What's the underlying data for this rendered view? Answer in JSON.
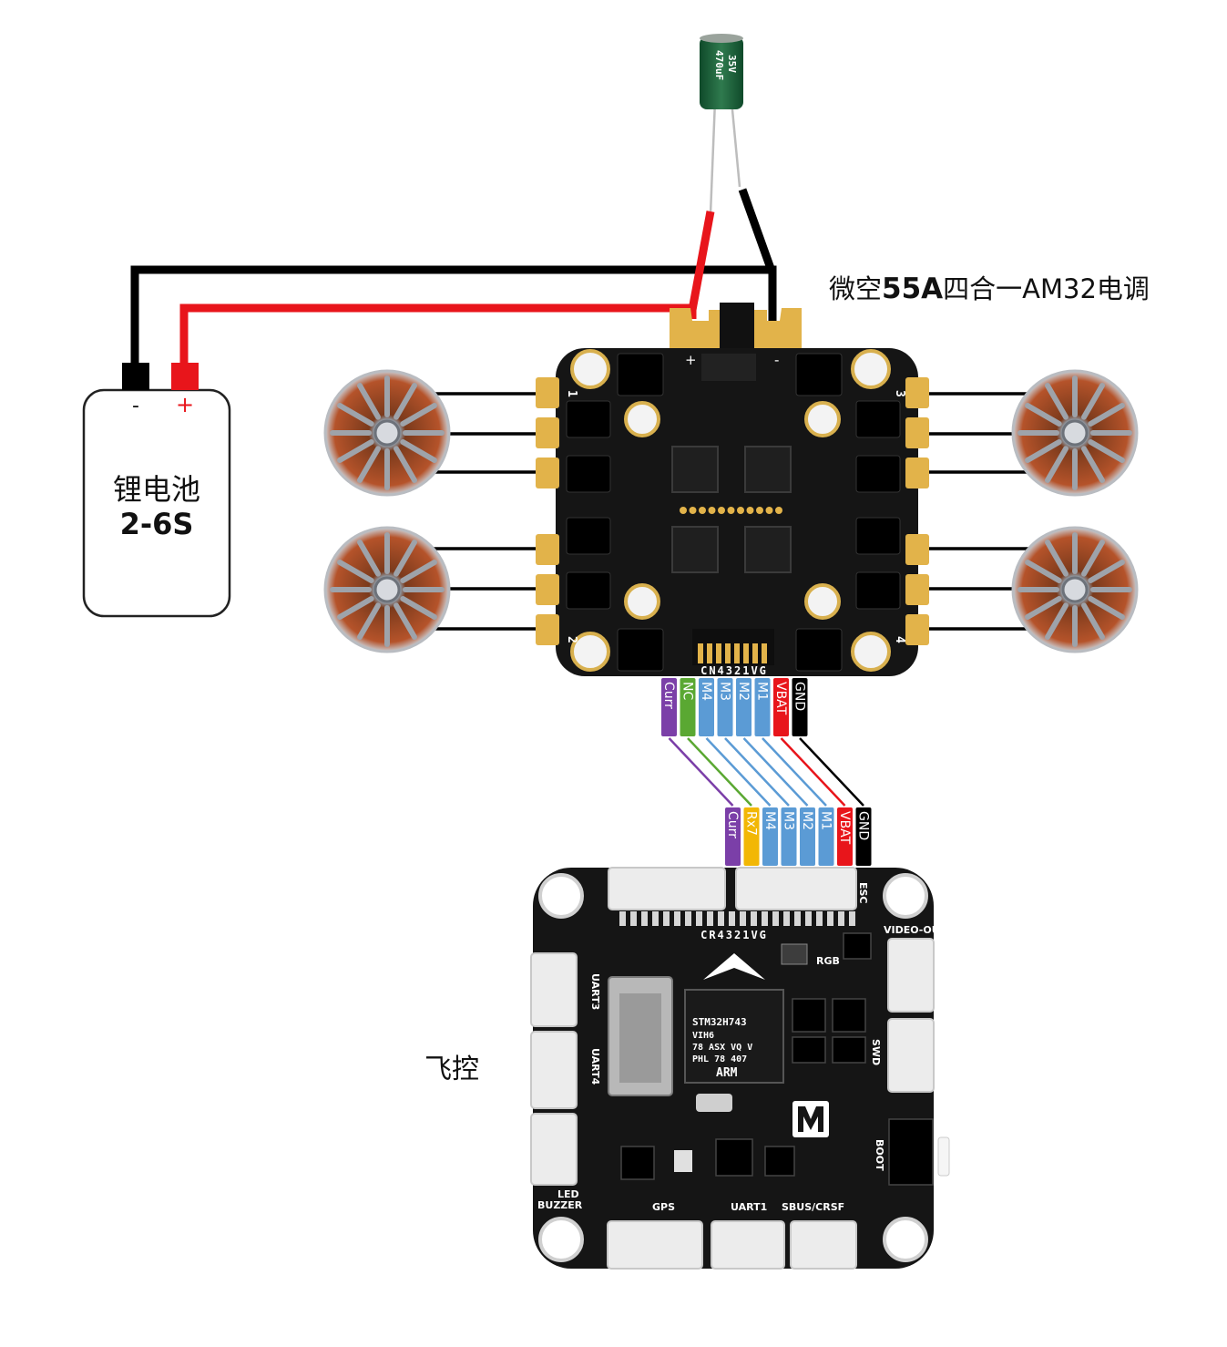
{
  "esc": {
    "title_pre": "微空",
    "title_bold": "55A",
    "title_post": "四合一AM32电调",
    "plus_mark": "+",
    "minus_mark": "-",
    "motor_corner_labels": [
      "1",
      "2",
      "3",
      "4"
    ],
    "connector_silk": "CN4321VG",
    "pins": [
      {
        "label": "Curr",
        "color": "#7B3FA8"
      },
      {
        "label": "NC",
        "color": "#5AA832"
      },
      {
        "label": "M4",
        "color": "#5B9BD5"
      },
      {
        "label": "M3",
        "color": "#5B9BD5"
      },
      {
        "label": "M2",
        "color": "#5B9BD5"
      },
      {
        "label": "M1",
        "color": "#5B9BD5"
      },
      {
        "label": "VBAT",
        "color": "#E8151B"
      },
      {
        "label": "GND",
        "color": "#000000"
      }
    ]
  },
  "battery": {
    "neg_mark": "-",
    "pos_mark": "+",
    "name": "锂电池",
    "spec": "2-6S"
  },
  "capacitor": {
    "marking": [
      "35V",
      "470uF"
    ]
  },
  "fc": {
    "title": "飞控",
    "connector_silk": "CR4321VG",
    "esc_label": "ESC",
    "pins": [
      {
        "label": "Curr",
        "color": "#7B3FA8"
      },
      {
        "label": "Rx7",
        "color": "#F2B705"
      },
      {
        "label": "M4",
        "color": "#5B9BD5"
      },
      {
        "label": "M3",
        "color": "#5B9BD5"
      },
      {
        "label": "M2",
        "color": "#5B9BD5"
      },
      {
        "label": "M1",
        "color": "#5B9BD5"
      },
      {
        "label": "VBAT",
        "color": "#E8151B"
      },
      {
        "label": "GND",
        "color": "#000000"
      }
    ],
    "silk": {
      "uart3": "UART3",
      "uart4": "UART4",
      "led_buzzer_1": "LED",
      "led_buzzer_2": "BUZZER",
      "gps": "GPS",
      "uart1": "UART1",
      "sbus": "SBUS/CRSF",
      "video_out": "VIDEO-OUT",
      "swd": "SWD",
      "boot": "BOOT",
      "rgb": "RGB",
      "mcu": [
        "STM32H743",
        "VIH6",
        "78 ASX VQ V",
        "PHL 78 407"
      ],
      "arm": "ARM"
    }
  },
  "colors": {
    "wire_red": "#E8151B",
    "wire_black": "#000000",
    "pcb": "#151515",
    "pad_gold": "#E2B34A",
    "motor_copper": "#B5532A"
  }
}
